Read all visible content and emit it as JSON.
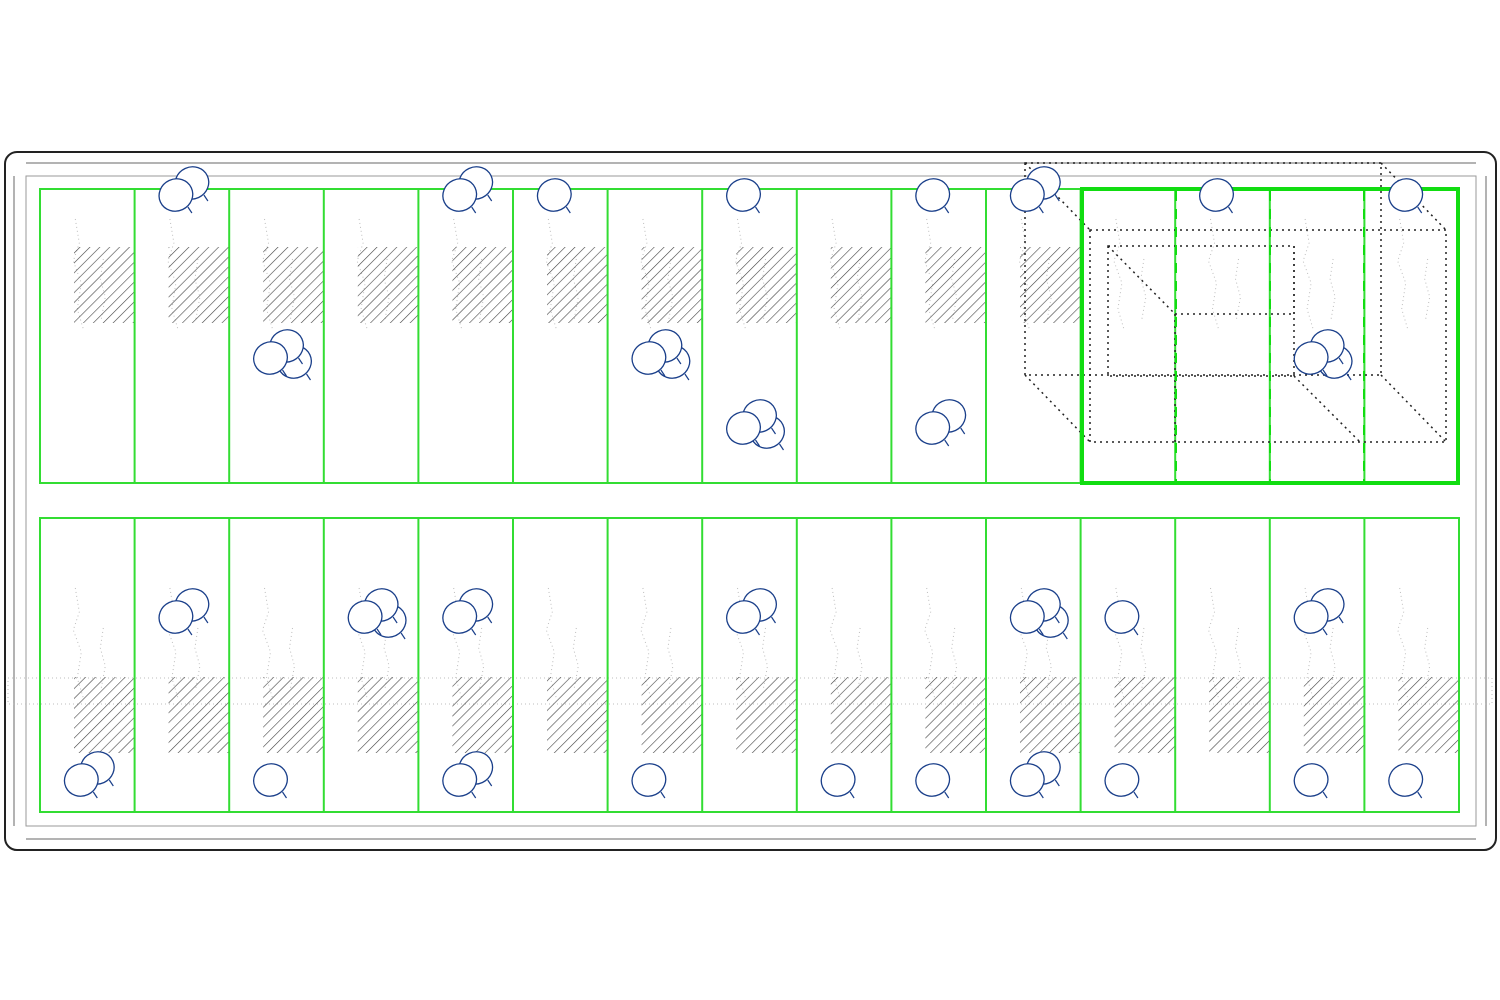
{
  "colors": {
    "background": "#ffffff",
    "frame": "#222222",
    "frame_inner": "#9a9a9a",
    "stall_line": "#33dd33",
    "highlight": "#11dd11",
    "hatch": "#444444",
    "sketch": "#bdbdbd",
    "perspective_box": "#222222",
    "bubble": "#1a3f8a"
  },
  "plan": {
    "top_row": {
      "stall_count": 15,
      "hatch_count": 11,
      "highlighted_span": [
        11,
        14
      ]
    },
    "bottom_row": {
      "stall_count": 15,
      "hatch_count": 15
    }
  },
  "icons": {
    "stall": "stall-outline",
    "hatch": "hatched-block",
    "bubble": "oval-bubble-marker",
    "box": "perspective-wireframe-box"
  },
  "markers": {
    "groups": [
      {
        "row": "top",
        "stall": 1,
        "pos": "top",
        "count": 2
      },
      {
        "row": "top",
        "stall": 4,
        "pos": "top",
        "count": 2
      },
      {
        "row": "top",
        "stall": 5,
        "pos": "top",
        "count": 1
      },
      {
        "row": "top",
        "stall": 7,
        "pos": "top",
        "count": 1
      },
      {
        "row": "top",
        "stall": 9,
        "pos": "top",
        "count": 1
      },
      {
        "row": "top",
        "stall": 10,
        "pos": "top",
        "count": 2
      },
      {
        "row": "top",
        "stall": 12,
        "pos": "top",
        "count": 1
      },
      {
        "row": "top",
        "stall": 14,
        "pos": "top",
        "count": 1
      },
      {
        "row": "top",
        "stall": 2,
        "pos": "mid",
        "count": 3
      },
      {
        "row": "top",
        "stall": 6,
        "pos": "mid",
        "count": 3
      },
      {
        "row": "top",
        "stall": 7,
        "pos": "mid-low",
        "count": 3
      },
      {
        "row": "top",
        "stall": 9,
        "pos": "mid-low",
        "count": 2
      },
      {
        "row": "top",
        "stall": 13,
        "pos": "mid",
        "count": 3
      },
      {
        "row": "bottom",
        "stall": 1,
        "pos": "upper",
        "count": 2
      },
      {
        "row": "bottom",
        "stall": 3,
        "pos": "upper",
        "count": 3
      },
      {
        "row": "bottom",
        "stall": 4,
        "pos": "upper",
        "count": 2
      },
      {
        "row": "bottom",
        "stall": 7,
        "pos": "upper",
        "count": 2
      },
      {
        "row": "bottom",
        "stall": 10,
        "pos": "upper",
        "count": 3
      },
      {
        "row": "bottom",
        "stall": 11,
        "pos": "upper",
        "count": 1
      },
      {
        "row": "bottom",
        "stall": 13,
        "pos": "upper",
        "count": 2
      },
      {
        "row": "bottom",
        "stall": 0,
        "pos": "low",
        "count": 2
      },
      {
        "row": "bottom",
        "stall": 2,
        "pos": "low",
        "count": 1
      },
      {
        "row": "bottom",
        "stall": 4,
        "pos": "low",
        "count": 2
      },
      {
        "row": "bottom",
        "stall": 6,
        "pos": "low",
        "count": 1
      },
      {
        "row": "bottom",
        "stall": 8,
        "pos": "low",
        "count": 1
      },
      {
        "row": "bottom",
        "stall": 9,
        "pos": "low",
        "count": 1
      },
      {
        "row": "bottom",
        "stall": 10,
        "pos": "low",
        "count": 2
      },
      {
        "row": "bottom",
        "stall": 11,
        "pos": "low",
        "count": 1
      },
      {
        "row": "bottom",
        "stall": 13,
        "pos": "low",
        "count": 1
      },
      {
        "row": "bottom",
        "stall": 14,
        "pos": "low",
        "count": 1
      }
    ]
  }
}
